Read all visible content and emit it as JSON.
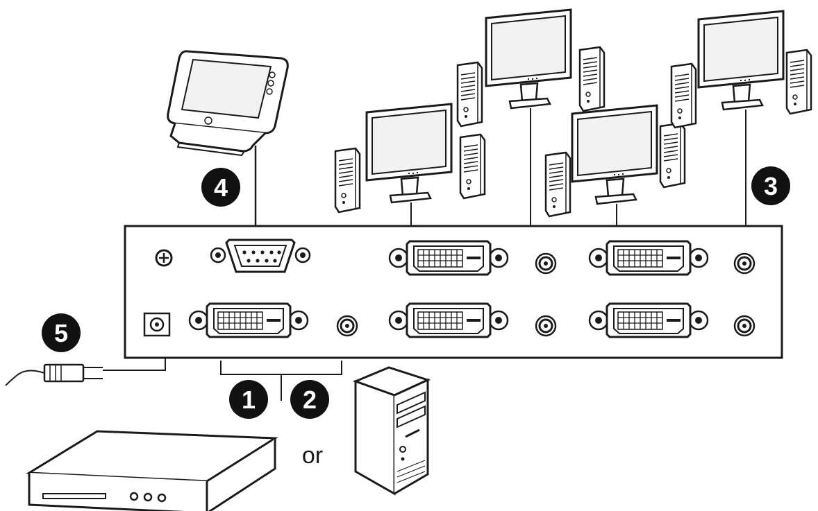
{
  "callouts": [
    {
      "id": "1",
      "label": "1"
    },
    {
      "id": "2",
      "label": "2"
    },
    {
      "id": "3",
      "label": "3"
    },
    {
      "id": "4",
      "label": "4"
    },
    {
      "id": "5",
      "label": "5"
    }
  ],
  "or_text": "or",
  "colors": {
    "line": "#1a1a1a",
    "callout_fill": "#111111",
    "callout_text": "#ffffff",
    "panel_fill": "#ffffff",
    "screen_fill": "#f2f2f2"
  },
  "icons": [
    "touch-panel-icon",
    "monitor-icon",
    "speaker-icon",
    "dvi-port-icon",
    "serial-port-icon",
    "audio-jack-icon",
    "ground-screw-icon",
    "power-jack-icon",
    "power-adapter-icon",
    "media-player-icon",
    "pc-tower-icon"
  ]
}
